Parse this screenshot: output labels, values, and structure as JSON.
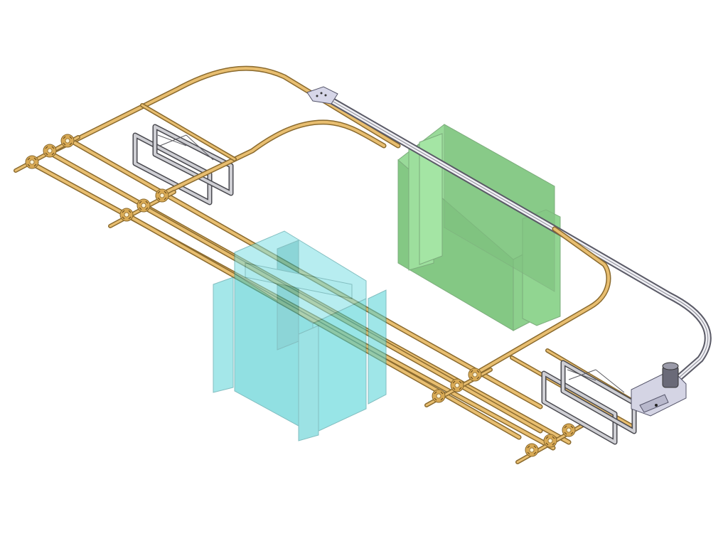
{
  "scene": {
    "background": "#ffffff",
    "colors": {
      "rail_fill": "#e0b468",
      "rail_outline": "#8a6a2e",
      "coupler_fill": "#d9aa55",
      "chain_fill": "#eeeef2",
      "chain_outline": "#5a5a66",
      "frame_fill": "#c8c8cc",
      "frame_outline": "#4a4a50",
      "tank_green": "#3aa83a",
      "tank_cyan": "#38c8cc",
      "drive_fill": "#d4d4e4"
    },
    "components": [
      "conveyor-track",
      "chain-rail",
      "immersion-tank",
      "rinse-tank",
      "hanger-frame",
      "drive-unit",
      "take-up-unit",
      "cross-coupler"
    ]
  }
}
